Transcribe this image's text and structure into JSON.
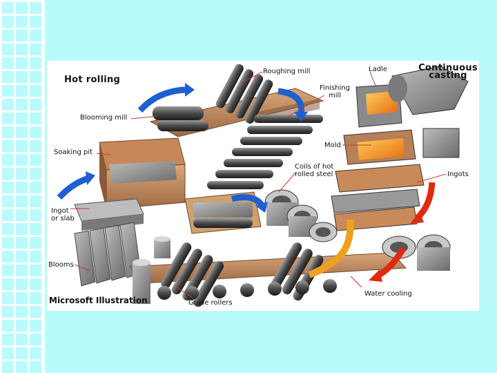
{
  "labels": {
    "hot_rolling": "Hot rolling",
    "roughing_mill": "Roughing mill",
    "ladle": "Ladle",
    "continuous_casting": "Continuous casting",
    "finishing_mill": "Finishing mill",
    "blooming_mill": "Blooming mill",
    "soaking_pit": "Soaking pit",
    "mold": "Mold",
    "coils": "Coils of hot rolled steel",
    "ingots": "Ingots",
    "ingot_slab": "Ingot or slab",
    "blooms": "Blooms",
    "guide_rollers": "Guide rollers",
    "water_cooling": "Water cooling",
    "credit": "Microsoft Illustration"
  },
  "colors": {
    "background": "#b9fbfd",
    "grid_lines": "#ffffff",
    "arrow_blue": "#1f5fd0",
    "arrow_red": "#e02a10",
    "hot_metal": "#f0a020",
    "copper_plate": "#c98a5a",
    "leader_red": "#c23a2a"
  }
}
